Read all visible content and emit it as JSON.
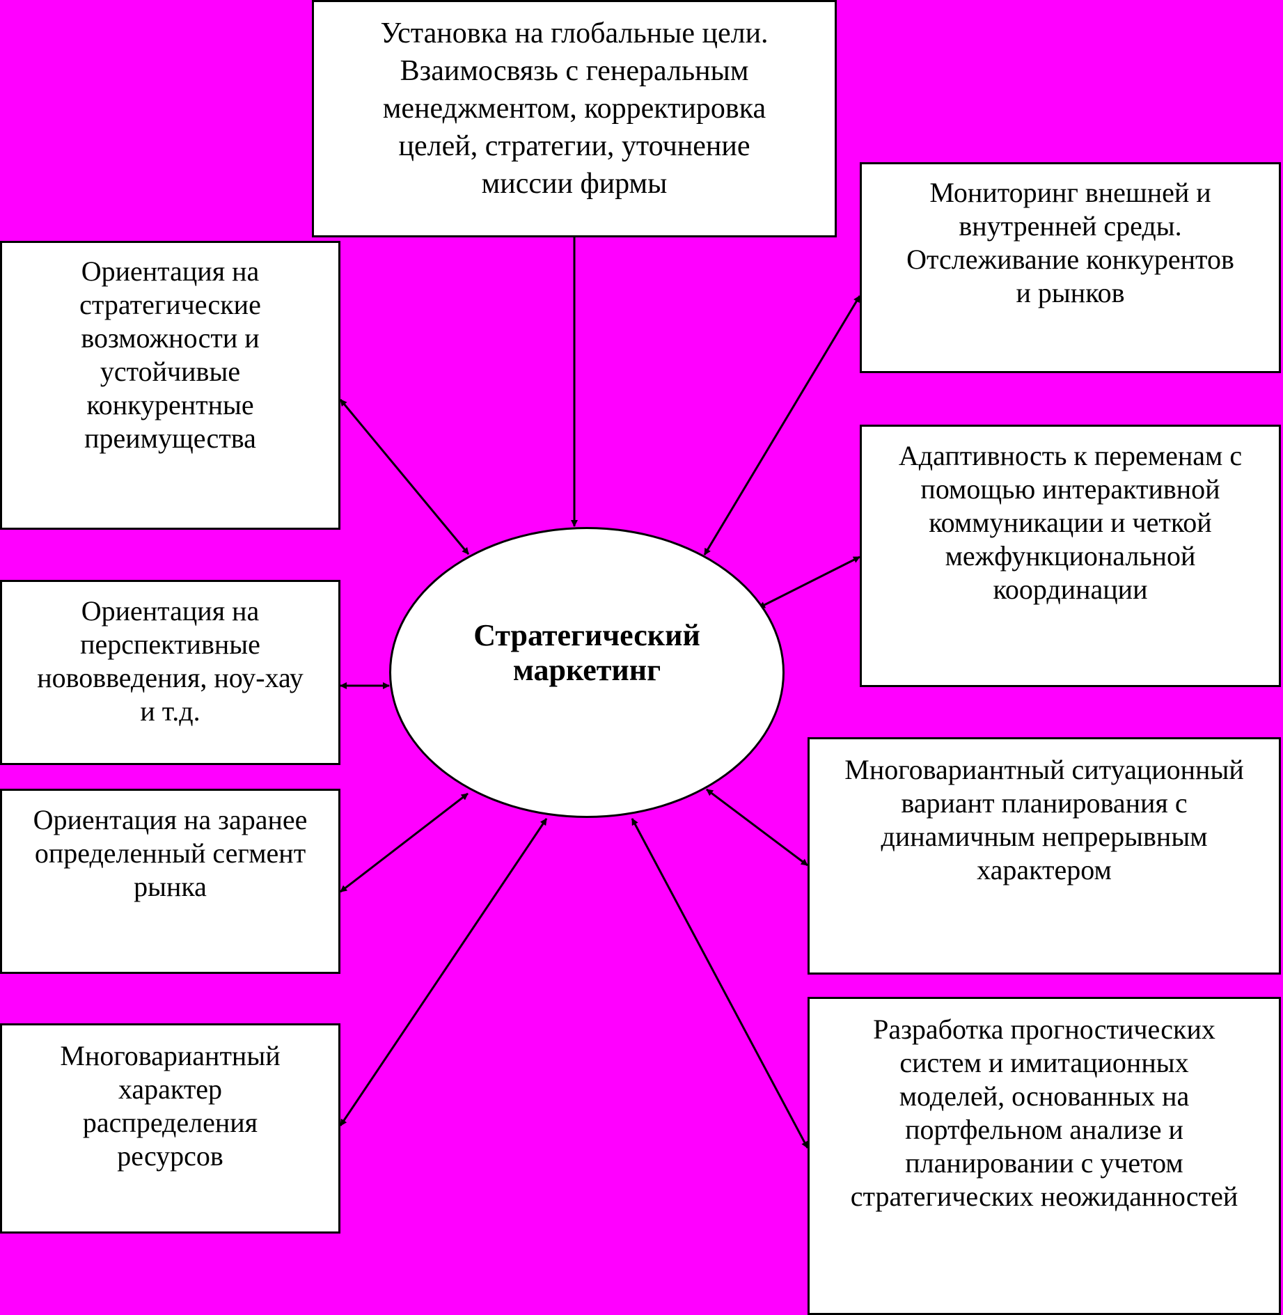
{
  "center": {
    "label": "Стратегический\nмаркетинг"
  },
  "boxes": {
    "top": "Установка на глобальные цели.\nВзаимосвязь с генеральным\nменеджментом, корректировка\nцелей, стратегии, уточнение\nмиссии фирмы",
    "right_1": "Мониторинг внешней и\nвнутренней среды.\nОтслеживание конкурентов\nи рынков",
    "right_2": "Адаптивность к переменам с\nпомощью интерактивной\nкоммуникации и четкой\nмежфункциональной\nкоординации",
    "right_3": "Многовариантный ситуационный\nвариант планирования с\nдинамичным непрерывным\nхарактером",
    "right_4": "Разработка прогностических\nсистем и имитационных\nмоделей, основанных на\nпортфельном анализе и\nпланировании с учетом\nстратегических неожиданностей",
    "left_1": "Ориентация на\nстратегические\nвозможности и\nустойчивые\nконкурентные\nпреимущества",
    "left_2": "Ориентация на\nперспективные\nнововведения, ноу-хау\nи т.д.",
    "left_3": "Ориентация на заранее\nопределенный сегмент\nрынка",
    "left_4": "Многовариантный\nхарактер\nраспределения\nресурсов"
  },
  "colors": {
    "background": "#FF00FF",
    "box_fill": "#FFFFFF",
    "stroke": "#000000"
  }
}
